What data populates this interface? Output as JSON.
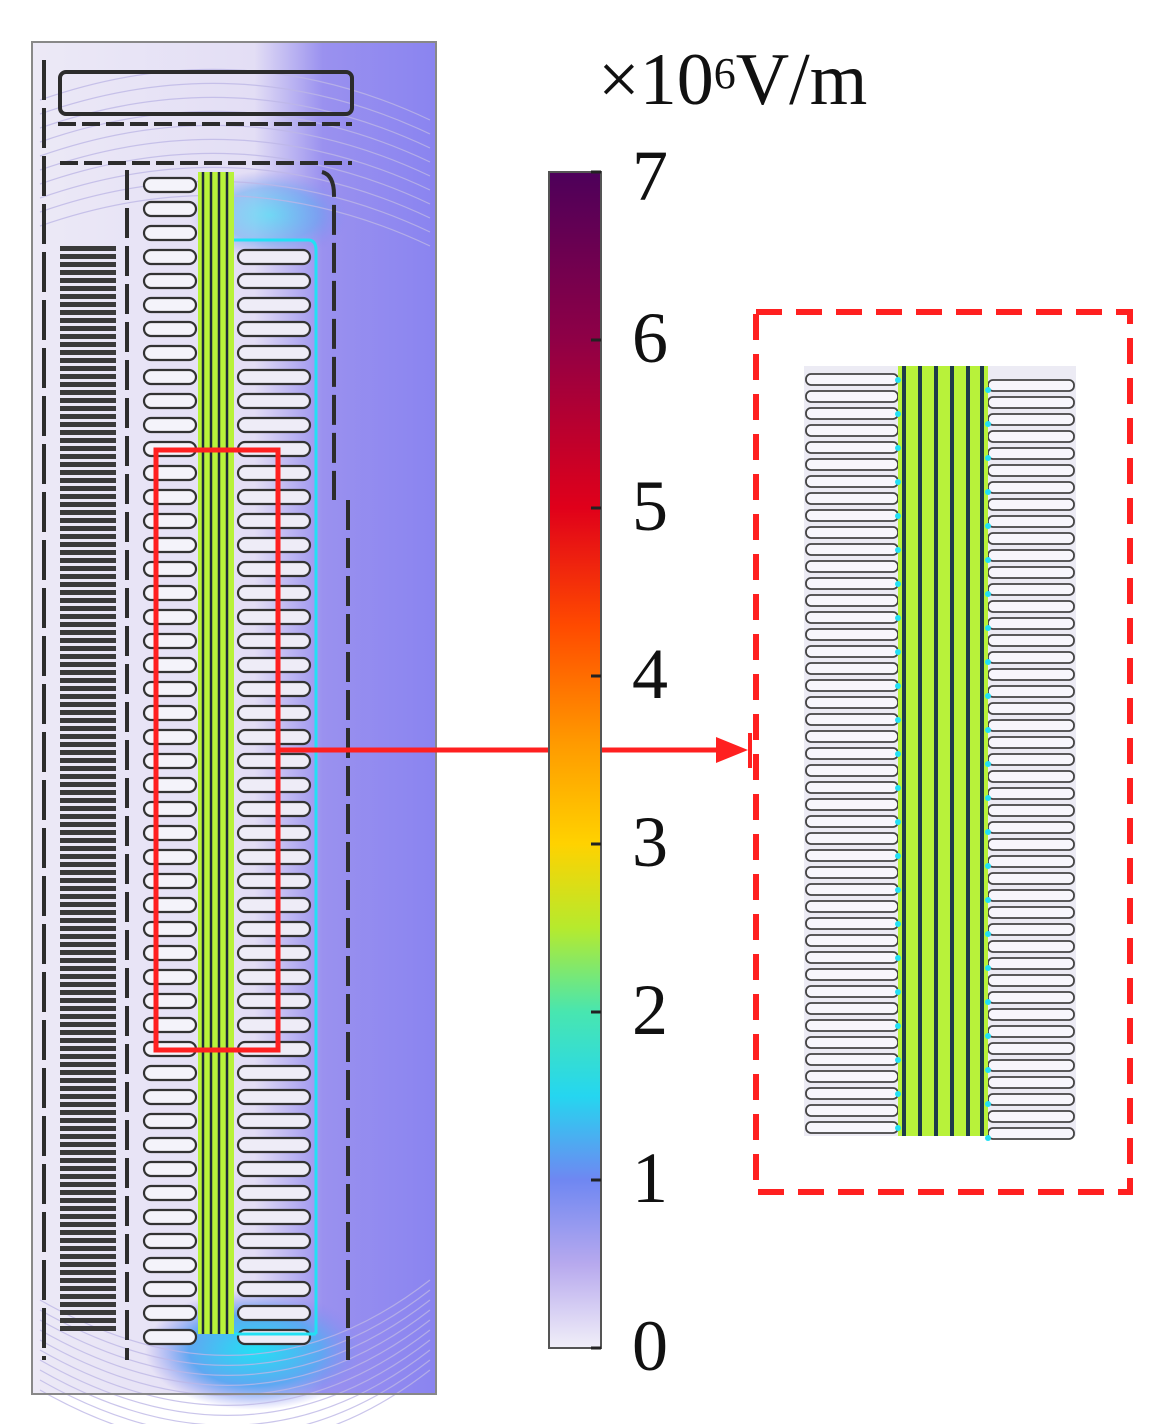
{
  "colorbar": {
    "unit_prefix": "×10",
    "unit_exponent": "6",
    "unit_suffix": "V/m",
    "min": 0,
    "max": 7,
    "ticks": [
      "0",
      "1",
      "2",
      "3",
      "4",
      "5",
      "6",
      "7"
    ],
    "gradient": [
      {
        "v": 0.0,
        "color": "#f1eff8"
      },
      {
        "v": 0.5,
        "color": "#b7a9ee"
      },
      {
        "v": 1.0,
        "color": "#6f87f2"
      },
      {
        "v": 1.5,
        "color": "#25d6f0"
      },
      {
        "v": 2.0,
        "color": "#48e6b0"
      },
      {
        "v": 2.5,
        "color": "#b6ea2d"
      },
      {
        "v": 3.0,
        "color": "#ffd200"
      },
      {
        "v": 3.6,
        "color": "#ff9a00"
      },
      {
        "v": 4.3,
        "color": "#ff4a00"
      },
      {
        "v": 5.0,
        "color": "#e0001a"
      },
      {
        "v": 6.0,
        "color": "#8f0046"
      },
      {
        "v": 7.0,
        "color": "#4d005a"
      }
    ]
  },
  "colors": {
    "field_background": "#8d86f1",
    "field_low": "#e6e2f6",
    "hotspot": "#b8f23a",
    "cyan_spot": "#22e0f4",
    "highlight": "#ff2020",
    "structure": "#2c2c2c",
    "frame": "#888888"
  }
}
